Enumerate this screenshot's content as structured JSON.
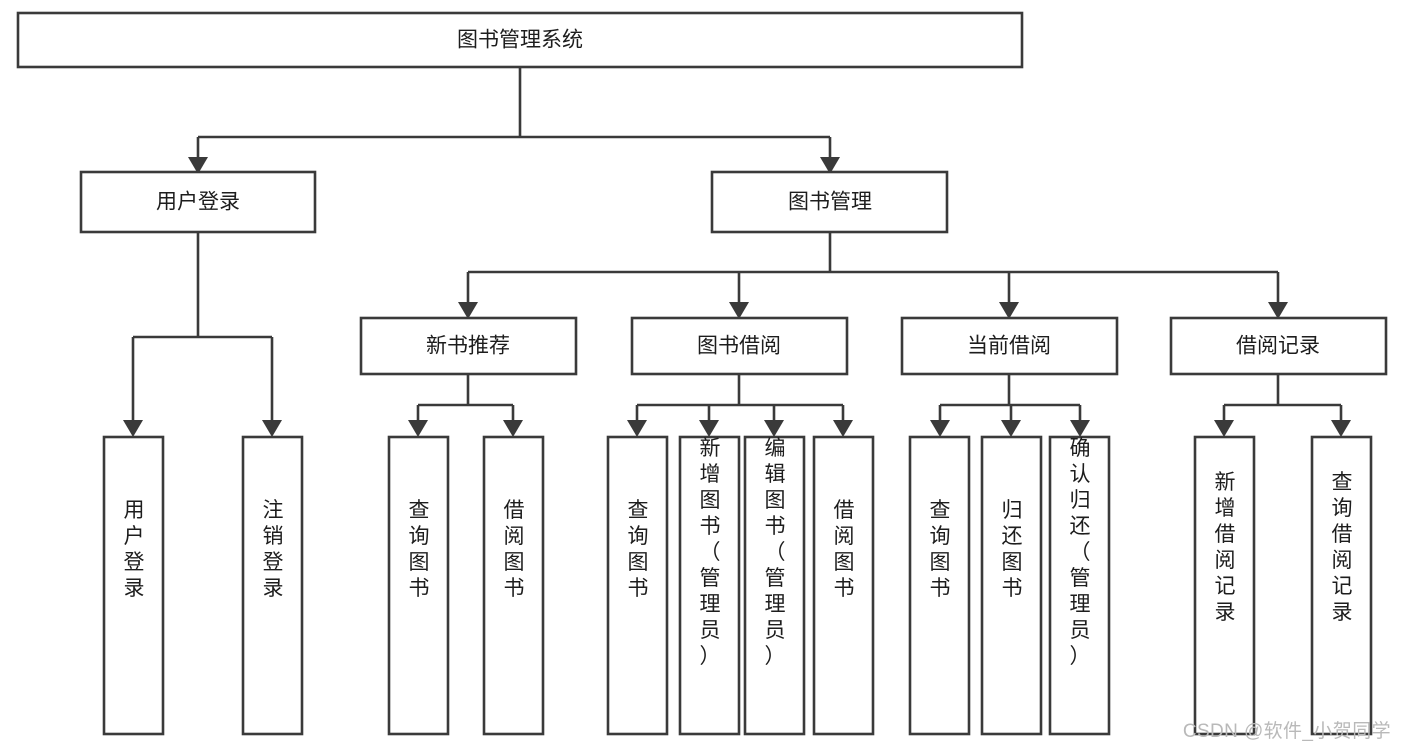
{
  "diagram": {
    "type": "tree-hierarchy-chart",
    "title": "图书管理系统",
    "orientation": "top-down",
    "levels": 4,
    "nodes": {
      "root": {
        "label": "图书管理系统"
      },
      "level2": [
        {
          "id": "user-login",
          "label": "用户登录"
        },
        {
          "id": "book-management",
          "label": "图书管理"
        }
      ],
      "level3": [
        {
          "id": "new-book-recommend",
          "label": "新书推荐",
          "parent": "book-management"
        },
        {
          "id": "book-borrow",
          "label": "图书借阅",
          "parent": "book-management"
        },
        {
          "id": "current-borrow",
          "label": "当前借阅",
          "parent": "book-management"
        },
        {
          "id": "borrow-record",
          "label": "借阅记录",
          "parent": "book-management"
        }
      ],
      "level4": [
        {
          "id": "leaf-user-login",
          "label": "用户登录",
          "parent": "user-login"
        },
        {
          "id": "leaf-logout-login",
          "label": "注销登录",
          "parent": "user-login"
        },
        {
          "id": "leaf-query-book-1",
          "label": "查询图书",
          "parent": "new-book-recommend"
        },
        {
          "id": "leaf-borrow-book-1",
          "label": "借阅图书",
          "parent": "new-book-recommend"
        },
        {
          "id": "leaf-query-book-2",
          "label": "查询图书",
          "parent": "book-borrow"
        },
        {
          "id": "leaf-add-book",
          "label": "新增图书（管理员）",
          "parent": "book-borrow"
        },
        {
          "id": "leaf-edit-book",
          "label": "编辑图书（管理员）",
          "parent": "book-borrow"
        },
        {
          "id": "leaf-borrow-book-2",
          "label": "借阅图书",
          "parent": "book-borrow"
        },
        {
          "id": "leaf-query-book-3",
          "label": "查询图书",
          "parent": "current-borrow"
        },
        {
          "id": "leaf-return-book",
          "label": "归还图书",
          "parent": "current-borrow"
        },
        {
          "id": "leaf-confirm-return",
          "label": "确认归还（管理员）",
          "parent": "current-borrow"
        },
        {
          "id": "leaf-add-record",
          "label": "新增借阅记录",
          "parent": "borrow-record"
        },
        {
          "id": "leaf-query-record",
          "label": "查询借阅记录",
          "parent": "borrow-record"
        }
      ]
    },
    "colors": {
      "box_fill": "#ffffff",
      "box_stroke": "#3a3a3a",
      "text": "#1d1d1d",
      "background": "#ffffff",
      "watermark": "#b9b9b9"
    }
  },
  "watermark": {
    "text": "CSDN @软件_小贺同学"
  }
}
